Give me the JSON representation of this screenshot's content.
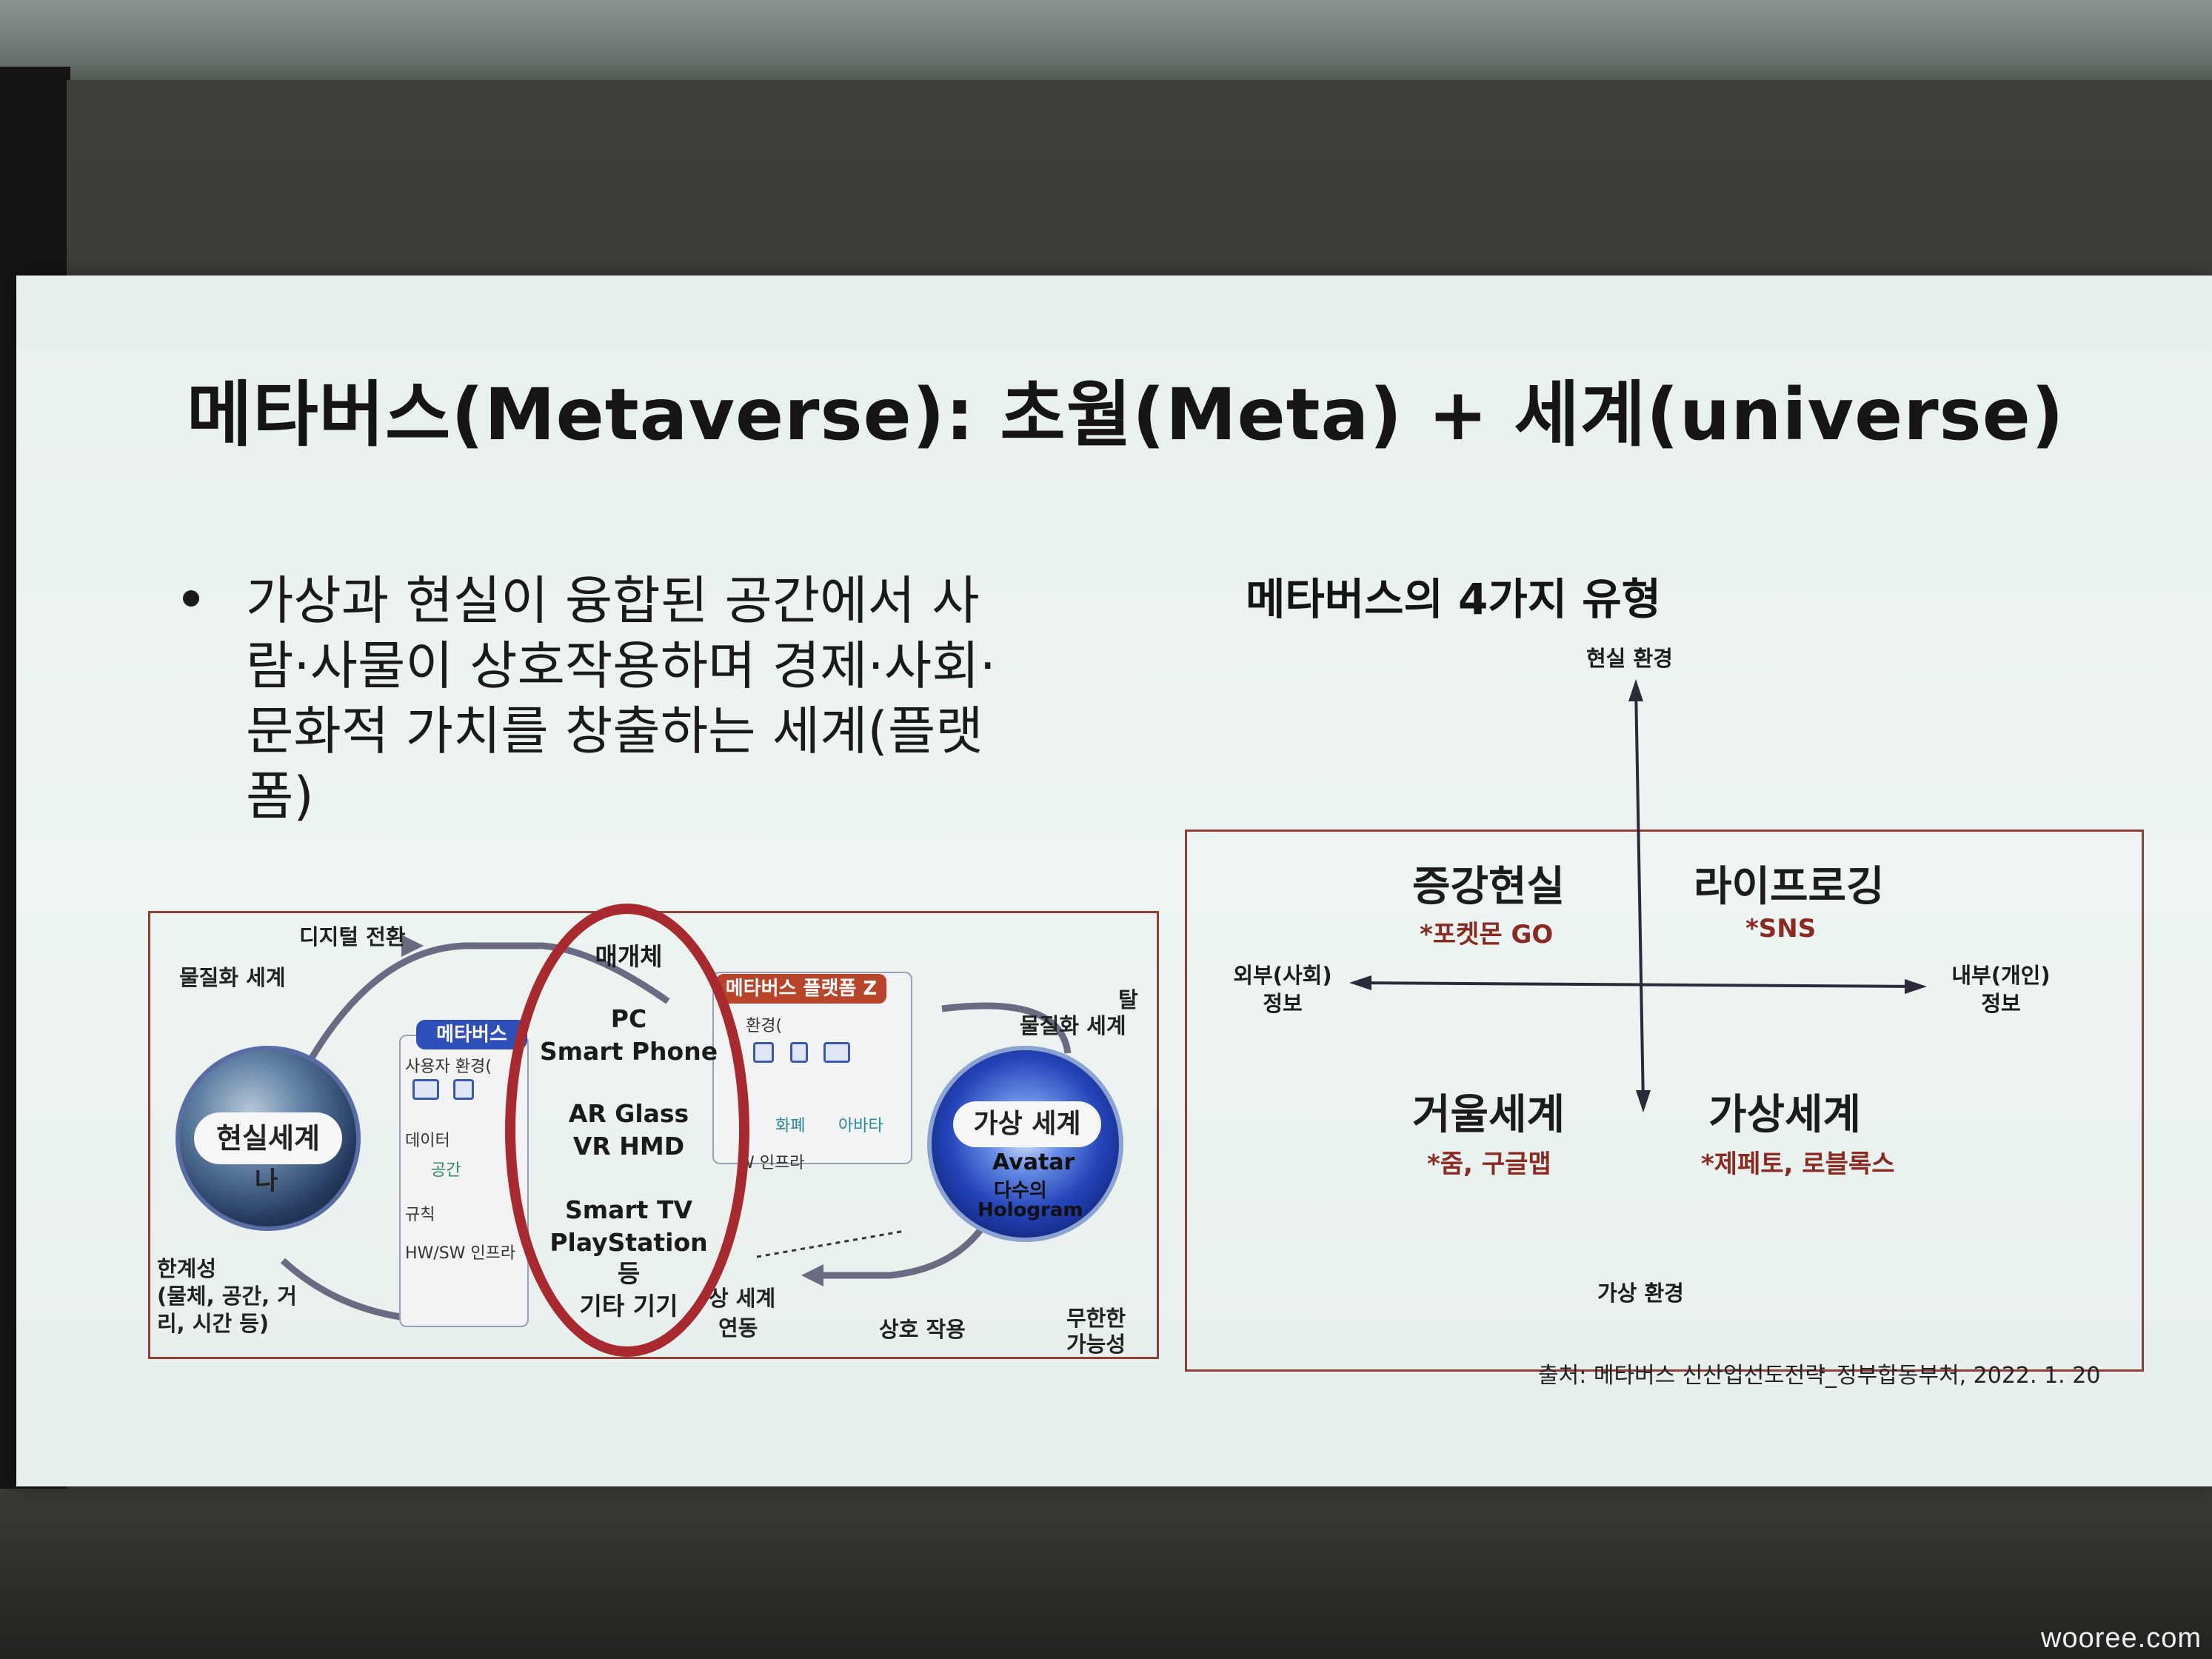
{
  "watermark": "wooree.com",
  "slide": {
    "title": "메타버스(Metaverse): 초월(Meta) + 세계(universe)",
    "bullet_lines": [
      "가상과 현실이 융합된 공간에서 사",
      "람·사물이 상호작용하며 경제·사회·",
      "문화적 가치를 창출하는 세계(플랫",
      "폼)"
    ],
    "left_diagram": {
      "digital_transition": "디지털 전환",
      "material_world": "물질화 세계",
      "real_world": "현실세계",
      "me": "나",
      "limits": "한계성",
      "limits_detail_1": "(물체, 공간, 거",
      "limits_detail_2": "리, 시간 등)",
      "metaverse_tag": "메타버스",
      "user_env": "사용자 환경(",
      "data": "데이터",
      "space": "공간",
      "rules": "규칙",
      "hwsw": "HW/SW 인프라",
      "platform_tag": "메타버스 플랫폼 Z",
      "env_abbr": "환경(",
      "wallet": "화폐",
      "avatar_small": "아바타",
      "infra_right": "W 인프라",
      "immaterial_1": "탈",
      "immaterial_2": "물질화 세계",
      "virtual_world": "가상 세계",
      "avatar": "Avatar",
      "many": "다수의",
      "hologram": "Hologram",
      "interaction": "상호 작용",
      "link_1": "상 세계",
      "link_2": "연동",
      "unlimited_1": "무한한",
      "unlimited_2": "가능성",
      "medium_title": "매개체",
      "medium_1": "PC",
      "medium_2": "Smart Phone",
      "medium_3": "AR Glass",
      "medium_4": "VR HMD",
      "medium_5": "Smart TV",
      "medium_6": "PlayStation",
      "medium_7": "등",
      "medium_8": "기타 기기"
    },
    "right_diagram": {
      "title": "메타버스의 4가지 유형",
      "axis_top": "현실 환경",
      "axis_bottom": "가상 환경",
      "axis_left_1": "외부(사회)",
      "axis_left_2": "정보",
      "axis_right_1": "내부(개인)",
      "axis_right_2": "정보",
      "q1": "증강현실",
      "q1_ex": "*포켓몬 GO",
      "q2": "라이프로깅",
      "q2_ex": "*SNS",
      "q3": "거울세계",
      "q3_ex": "*줌, 구글맵",
      "q4": "가상세계",
      "q4_ex": "*제페토, 로블록스"
    },
    "source": "출처: 메타버스 신산업선도전략_정부합동부처, 2022. 1. 20"
  }
}
